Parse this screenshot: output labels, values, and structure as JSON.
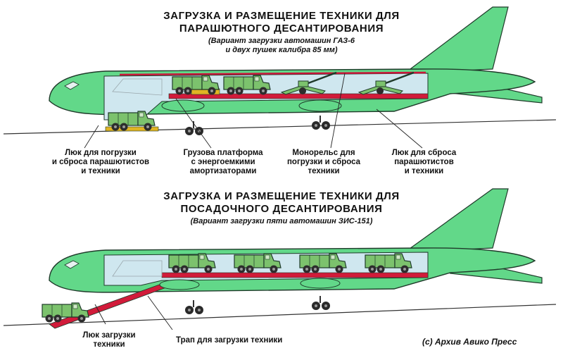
{
  "top": {
    "title_line1": "ЗАГРУЗКА И РАЗМЕЩЕНИЕ ТЕХНИКИ ДЛЯ",
    "title_line2": "ПАРАШЮТНОГО ДЕСАНТИРОВАНИЯ",
    "subtitle_line1": "(Вариант загрузки автомашин ГАЗ-6",
    "subtitle_line2": "и двух пушек калибра 85 мм)",
    "labels": [
      {
        "l1": "Люк для погрузки",
        "l2": "и сброса парашютистов",
        "l3": "и техники"
      },
      {
        "l1": "Грузова платформа",
        "l2": "с энергоемкими",
        "l3": "амортизаторами"
      },
      {
        "l1": "Монорельс для",
        "l2": "погрузки и сброса",
        "l3": "техники"
      },
      {
        "l1": "Люк для сброса",
        "l2": "парашютистов",
        "l3": "и техники"
      }
    ]
  },
  "bottom": {
    "title_line1": "ЗАГРУЗКА И РАЗМЕЩЕНИЕ ТЕХНИКИ ДЛЯ",
    "title_line2": "ПОСАДОЧНОГО ДЕСАНТИРОВАНИЯ",
    "subtitle": "(Вариант загрузки пяти автомашин ЗИС-151)",
    "labels": [
      {
        "l1": "Люк загрузки",
        "l2": "техники"
      },
      {
        "l1": "Трап для загрузки техники"
      }
    ]
  },
  "credit": "(с) Архив Авико Пресс",
  "colors": {
    "fuselage": "#62d889",
    "outline": "#1f3a2a",
    "cargo_floor": "#d11b3a",
    "truck": "#7cc26d"
  }
}
